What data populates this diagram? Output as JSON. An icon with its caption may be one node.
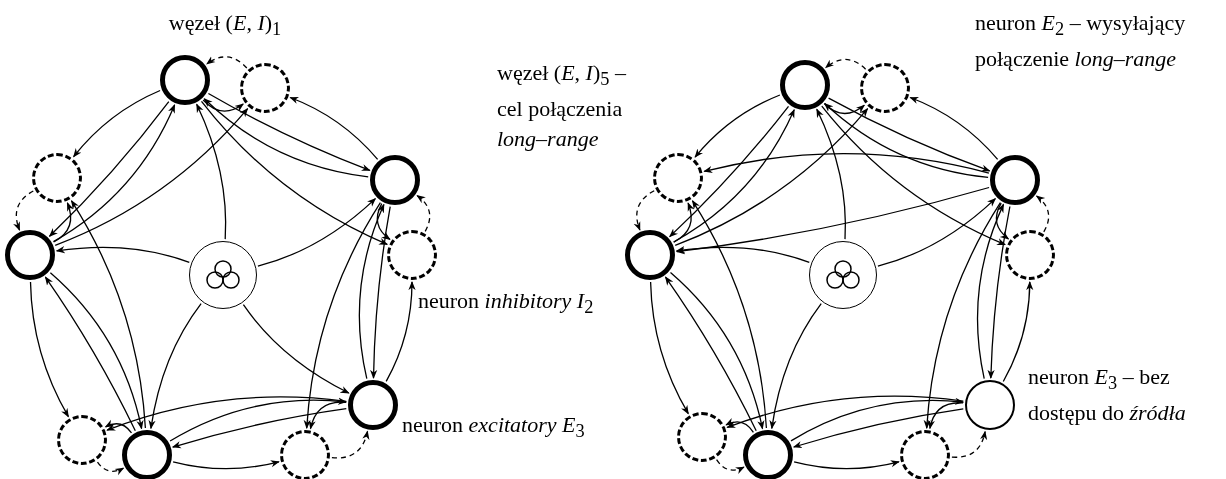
{
  "diagram": {
    "nodes": [
      {
        "text": [],
        "shape": "circle",
        "beside": [
          "węzeł (*E*, *I*)$_{1}$"
        ]
      },
      {
        "text": [],
        "shape": "circle"
      },
      {
        "text": [],
        "shape": "circle",
        "beside": [
          "neuron *excitatory E*$_{3}$"
        ]
      },
      {
        "text": [],
        "shape": "circle"
      },
      {
        "text": [],
        "shape": "circle"
      },
      {
        "text": [],
        "shape": "circle"
      },
      {
        "text": [],
        "shape": "circle",
        "beside": [
          "neuron *inhibitory I*$_{2}$"
        ]
      },
      {
        "text": [],
        "shape": "circle"
      },
      {
        "text": [],
        "shape": "circle"
      },
      {
        "text": [],
        "shape": "circle"
      },
      {
        "text": [],
        "shape": "circle"
      },
      {
        "text": [],
        "shape": "circle"
      },
      {
        "text": [],
        "shape": "circle",
        "beside": [
          "neuron *E*$_{2}$ – wysyłający połączenie *long–range*"
        ]
      },
      {
        "text": [],
        "shape": "circle",
        "beside": [
          "neuron *E*$_{3}$ – bez dostępu do *źródła*"
        ]
      },
      {
        "text": [],
        "shape": "circle"
      },
      {
        "text": [],
        "shape": "circle"
      },
      {
        "text": [],
        "shape": "circle"
      },
      {
        "text": [],
        "shape": "circle"
      },
      {
        "text": [],
        "shape": "circle"
      },
      {
        "text": [],
        "shape": "circle"
      },
      {
        "text": [],
        "shape": "circle",
        "beside": [
          "węzeł (*E*, *I*)$_{5}$ – cel połączenia *long–range*"
        ]
      },
      {
        "text": [],
        "shape": "circle"
      }
    ],
    "edges": [
      {
        "from": 0,
        "to": 5,
        "arrow": "to"
      },
      {
        "from": 5,
        "to": 0,
        "arrow": "to",
        "style": "dashed"
      },
      {
        "from": 0,
        "to": 1,
        "arrow": "to"
      },
      {
        "from": 1,
        "to": 0,
        "arrow": "to"
      },
      {
        "from": 0,
        "to": 6,
        "arrow": "to"
      },
      {
        "from": 0,
        "to": 9,
        "arrow": "to"
      },
      {
        "from": 10,
        "to": 0,
        "arrow": "to"
      },
      {
        "from": 1,
        "to": 6,
        "arrow": "to"
      },
      {
        "from": 6,
        "to": 1,
        "arrow": "to",
        "style": "dashed"
      },
      {
        "from": 1,
        "to": 2,
        "arrow": "to"
      },
      {
        "from": 2,
        "to": 1,
        "arrow": "to"
      },
      {
        "from": 1,
        "to": 7,
        "arrow": "to"
      },
      {
        "from": 1,
        "to": 5,
        "arrow": "to"
      },
      {
        "from": 10,
        "to": 1,
        "arrow": "to"
      },
      {
        "from": 2,
        "to": 7,
        "arrow": "to"
      },
      {
        "from": 7,
        "to": 2,
        "arrow": "to",
        "style": "dashed"
      },
      {
        "from": 2,
        "to": 3,
        "arrow": "to"
      },
      {
        "from": 3,
        "to": 2,
        "arrow": "to"
      },
      {
        "from": 2,
        "to": 8,
        "arrow": "to"
      },
      {
        "from": 2,
        "to": 6,
        "arrow": "to"
      },
      {
        "from": 10,
        "to": 2,
        "arrow": "to"
      },
      {
        "from": 3,
        "to": 8,
        "arrow": "to"
      },
      {
        "from": 8,
        "to": 3,
        "arrow": "to",
        "style": "dashed"
      },
      {
        "from": 3,
        "to": 4,
        "arrow": "to"
      },
      {
        "from": 4,
        "to": 3,
        "arrow": "to"
      },
      {
        "from": 3,
        "to": 9,
        "arrow": "to"
      },
      {
        "from": 3,
        "to": 7,
        "arrow": "to"
      },
      {
        "from": 10,
        "to": 3,
        "arrow": "to"
      },
      {
        "from": 4,
        "to": 9,
        "arrow": "to"
      },
      {
        "from": 9,
        "to": 4,
        "arrow": "to",
        "style": "dashed"
      },
      {
        "from": 4,
        "to": 0,
        "arrow": "to"
      },
      {
        "from": 0,
        "to": 4,
        "arrow": "to"
      },
      {
        "from": 4,
        "to": 5,
        "arrow": "to"
      },
      {
        "from": 4,
        "to": 8,
        "arrow": "to"
      },
      {
        "from": 10,
        "to": 4,
        "arrow": "to"
      },
      {
        "from": 11,
        "to": 16,
        "arrow": "to"
      },
      {
        "from": 16,
        "to": 11,
        "arrow": "to",
        "style": "dashed"
      },
      {
        "from": 11,
        "to": 12,
        "arrow": "to"
      },
      {
        "from": 12,
        "to": 11,
        "arrow": "to"
      },
      {
        "from": 11,
        "to": 17,
        "arrow": "to"
      },
      {
        "from": 11,
        "to": 20,
        "arrow": "to"
      },
      {
        "from": 21,
        "to": 11,
        "arrow": "to"
      },
      {
        "from": 12,
        "to": 17,
        "arrow": "to"
      },
      {
        "from": 17,
        "to": 12,
        "arrow": "to",
        "style": "dashed"
      },
      {
        "from": 12,
        "to": 13,
        "arrow": "to"
      },
      {
        "from": 13,
        "to": 12,
        "arrow": "to"
      },
      {
        "from": 12,
        "to": 18,
        "arrow": "to"
      },
      {
        "from": 12,
        "to": 16,
        "arrow": "to"
      },
      {
        "from": 21,
        "to": 12,
        "arrow": "to"
      },
      {
        "from": 13,
        "to": 18,
        "arrow": "to"
      },
      {
        "from": 18,
        "to": 13,
        "arrow": "to",
        "style": "dashed"
      },
      {
        "from": 13,
        "to": 14,
        "arrow": "to"
      },
      {
        "from": 14,
        "to": 13,
        "arrow": "to"
      },
      {
        "from": 13,
        "to": 19,
        "arrow": "to"
      },
      {
        "from": 13,
        "to": 17,
        "arrow": "to"
      },
      {
        "from": 14,
        "to": 19,
        "arrow": "to"
      },
      {
        "from": 19,
        "to": 14,
        "arrow": "to",
        "style": "dashed"
      },
      {
        "from": 14,
        "to": 15,
        "arrow": "to"
      },
      {
        "from": 15,
        "to": 14,
        "arrow": "to"
      },
      {
        "from": 14,
        "to": 20,
        "arrow": "to"
      },
      {
        "from": 14,
        "to": 18,
        "arrow": "to"
      },
      {
        "from": 21,
        "to": 14,
        "arrow": "to"
      },
      {
        "from": 15,
        "to": 20,
        "arrow": "to"
      },
      {
        "from": 20,
        "to": 15,
        "arrow": "to",
        "style": "dashed"
      },
      {
        "from": 15,
        "to": 11,
        "arrow": "to"
      },
      {
        "from": 11,
        "to": 15,
        "arrow": "to"
      },
      {
        "from": 15,
        "to": 16,
        "arrow": "to"
      },
      {
        "from": 15,
        "to": 19,
        "arrow": "to"
      },
      {
        "from": 21,
        "to": 15,
        "arrow": "to"
      },
      {
        "from": 12,
        "to": 20,
        "arrow": "to"
      },
      {
        "from": 12,
        "to": 15,
        "arrow": "to"
      }
    ]
  }
}
